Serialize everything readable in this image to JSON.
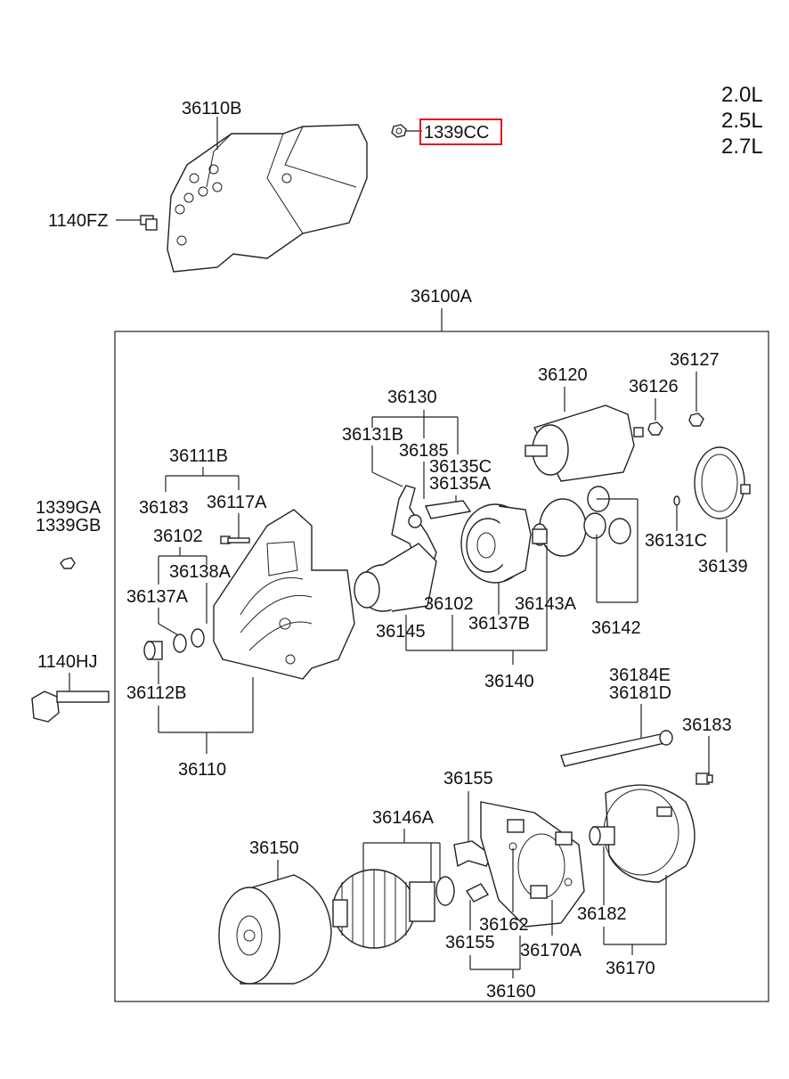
{
  "engines": [
    "2.0L",
    "2.5L",
    "2.7L"
  ],
  "highlighted_part": "1339CC",
  "colors": {
    "highlight": "#e0141e",
    "line": "#222222"
  },
  "labels": {
    "p36110B": "36110B",
    "p1339CC": "1339CC",
    "p1140FZ": "1140FZ",
    "p36100A": "36100A",
    "p36120": "36120",
    "p36127": "36127",
    "p36126": "36126",
    "p36130": "36130",
    "p36131B": "36131B",
    "p36185": "36185",
    "p36135C": "36135C",
    "p36135A": "36135A",
    "p36111B": "36111B",
    "p36183a": "36183",
    "p36117A": "36117A",
    "p1339GA": "1339GA",
    "p1339GB": "1339GB",
    "p36102a": "36102",
    "p36138A": "36138A",
    "p36137A": "36137A",
    "p36131C": "36131C",
    "p36139": "36139",
    "p36102b": "36102",
    "p36143A": "36143A",
    "p36137B": "36137B",
    "p36145": "36145",
    "p36142": "36142",
    "p1140HJ": "1140HJ",
    "p36112B": "36112B",
    "p36140": "36140",
    "p36184E": "36184E",
    "p36181D": "36181D",
    "p36183b": "36183",
    "p36110": "36110",
    "p36155a": "36155",
    "p36146A": "36146A",
    "p36150": "36150",
    "p36162": "36162",
    "p36182": "36182",
    "p36155b": "36155",
    "p36170A": "36170A",
    "p36170": "36170",
    "p36160": "36160"
  }
}
